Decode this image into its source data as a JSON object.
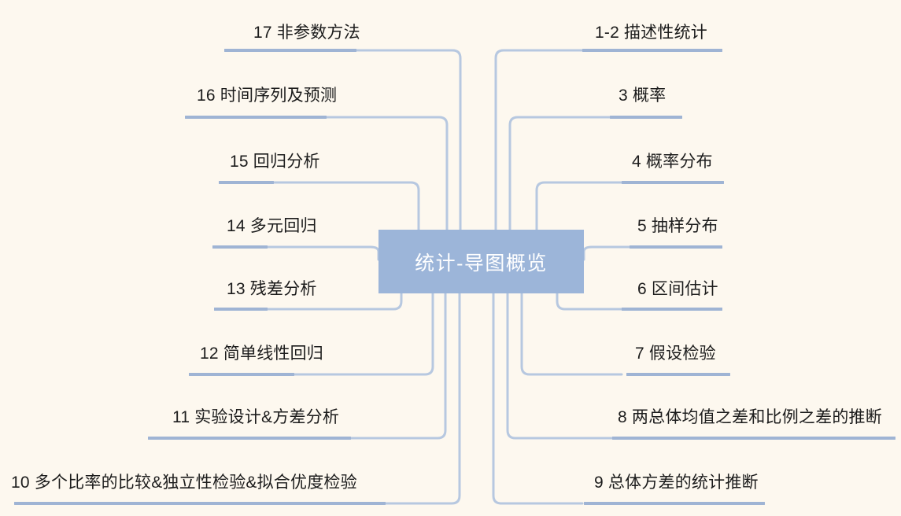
{
  "diagram": {
    "type": "mindmap",
    "title": "统计-导图概览",
    "background_color": "#fdf8ef",
    "accent_color": "#9cb5d9",
    "line_color": "#9fb4d4",
    "text_color": "#1c1c1c",
    "center": {
      "label": "统计-导图概览"
    },
    "left_branches": [
      {
        "id": "b17",
        "label": "17 非参数方法"
      },
      {
        "id": "b16",
        "label": "16 时间序列及预测"
      },
      {
        "id": "b15",
        "label": "15 回归分析"
      },
      {
        "id": "b14",
        "label": "14 多元回归"
      },
      {
        "id": "b13",
        "label": "13 残差分析"
      },
      {
        "id": "b12",
        "label": "12 简单线性回归"
      },
      {
        "id": "b11",
        "label": "11 实验设计&方差分析"
      },
      {
        "id": "b10",
        "label": "10 多个比率的比较&独立性检验&拟合优度检验"
      }
    ],
    "right_branches": [
      {
        "id": "b1",
        "label": "1-2 描述性统计"
      },
      {
        "id": "b3",
        "label": "3 概率"
      },
      {
        "id": "b4",
        "label": "4 概率分布"
      },
      {
        "id": "b5",
        "label": "5 抽样分布"
      },
      {
        "id": "b6",
        "label": "6 区间估计"
      },
      {
        "id": "b7",
        "label": "7 假设检验"
      },
      {
        "id": "b8",
        "label": "8 两总体均值之差和比例之差的推断"
      },
      {
        "id": "b9",
        "label": "9 总体方差的统计推断"
      }
    ]
  }
}
